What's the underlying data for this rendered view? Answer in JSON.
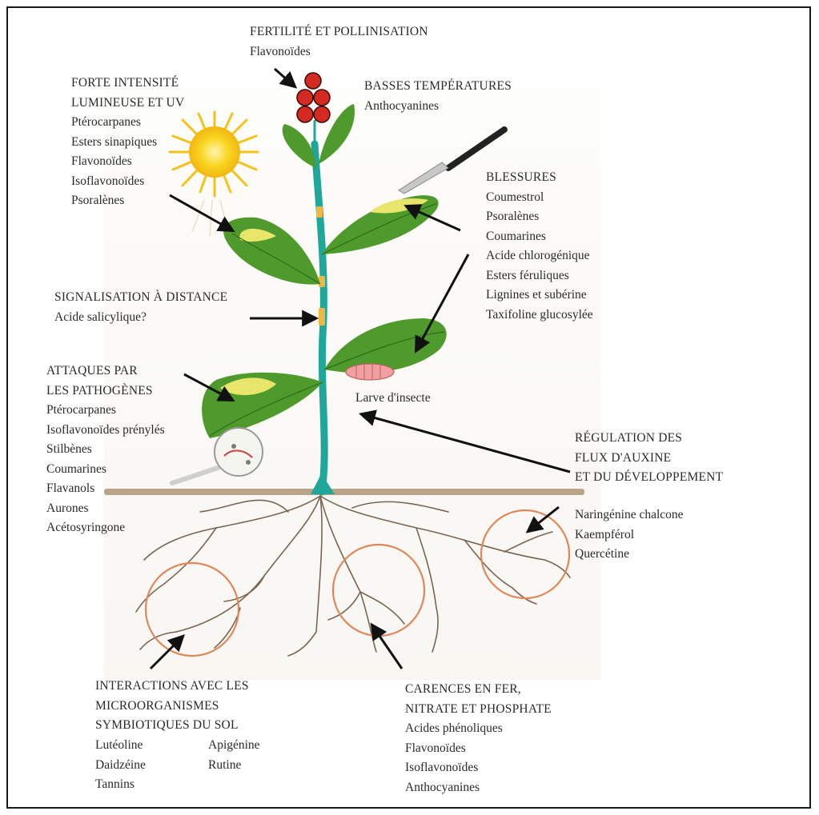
{
  "fertility": {
    "title": "FERTILITÉ ET POLLINISATION",
    "items": [
      "Flavonoïdes"
    ]
  },
  "light": {
    "title_line1": "FORTE INTENSITÉ",
    "title_line2": "LUMINEUSE ET UV",
    "items": [
      "Ptérocarpanes",
      "Esters sinapiques",
      "Flavonoïdes",
      "Isoflavonoïdes",
      "Psoralènes"
    ]
  },
  "cold": {
    "title": "BASSES TEMPÉRATURES",
    "items": [
      "Anthocyanines"
    ]
  },
  "wounds": {
    "title": "BLESSURES",
    "items": [
      "Coumestrol",
      "Psoralènes",
      "Coumarines",
      "Acide chlorogénique",
      "Esters féruliques",
      "Lignines et subérine",
      "Taxifoline glucosylée"
    ]
  },
  "signal": {
    "title": "SIGNALISATION À DISTANCE",
    "items": [
      "Acide salicylique?"
    ]
  },
  "pathogens": {
    "title_line1": "ATTAQUES PAR",
    "title_line2": "LES PATHOGÈNES",
    "items": [
      "Ptérocarpanes",
      "Isoflavonoïdes prénylés",
      "Stilbènes",
      "Coumarines",
      "Flavanols",
      "Aurones",
      "Acétosyringone"
    ]
  },
  "insect": {
    "label": "Larve d'insecte"
  },
  "auxin": {
    "title_line1": "RÉGULATION DES",
    "title_line2": "FLUX D'AUXINE",
    "title_line3": "ET DU DÉVELOPPEMENT",
    "items": [
      "Naringénine chalcone",
      "Kaempférol",
      "Quercétine"
    ]
  },
  "symbiosis": {
    "title_line1": "INTERACTIONS AVEC LES",
    "title_line2": "MICROORGANISMES",
    "title_line3": "SYMBIOTIQUES DU SOL",
    "col1": [
      "Lutéoline",
      "Daidzéine",
      "Tannins"
    ],
    "col2": [
      "Apigénine",
      "Rutine"
    ]
  },
  "deficiency": {
    "title_line1": "CARENCES EN FER,",
    "title_line2": "NITRATE ET PHOSPHATE",
    "items": [
      "Acides phénoliques",
      "Flavonoïdes",
      "Isoflavonoïdes",
      "Anthocyanines"
    ]
  },
  "colors": {
    "stem": "#1fa89a",
    "leaf": "#4e9a2c",
    "leaf_light": "#e8e66a",
    "berry": "#d42a22",
    "sun": "#f7c81d",
    "soil": "#b9a487",
    "root": "#7a6552",
    "circle": "#e0875a"
  }
}
